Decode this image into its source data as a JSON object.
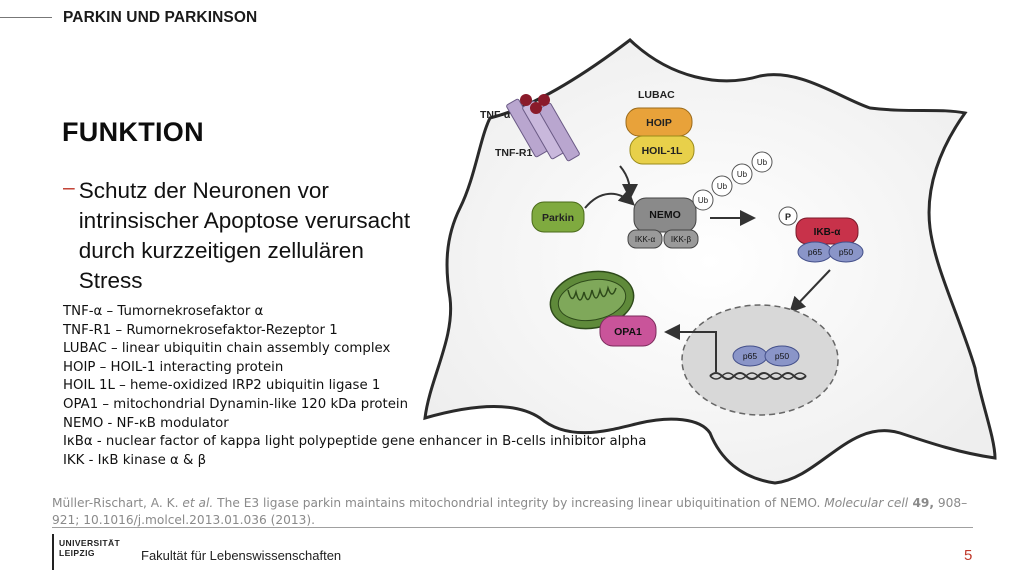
{
  "header": {
    "title": "PARKIN UND PARKINSON"
  },
  "slide": {
    "title": "FUNKTION",
    "bullet": "Schutz der Neuronen vor intrinsischer Apoptose verursacht durch kurzzeitigen zellulären Stress",
    "bullet_marker": "–"
  },
  "glossary": [
    "TNF-α – Tumornekrosefaktor α",
    "TNF-R1 – Rumornekrosefaktor-Rezeptor 1",
    "LUBAC – linear ubiquitin chain assembly complex",
    "HOIP – HOIL-1 interacting protein",
    "HOIL 1L – heme-oxidized IRP2 ubiquitin ligase 1",
    "OPA1 – mitochondrial Dynamin-like 120 kDa protein",
    "NEMO - NF-κB modulator",
    "IκBα - nuclear factor of kappa light polypeptide gene enhancer in B-cells inhibitor alpha",
    "IKK - IκB kinase α & β"
  ],
  "figure": {
    "tnf_alpha": "TNF-α",
    "tnf_r1": "TNF-R1",
    "lubac": "LUBAC",
    "hoip": "HOIP",
    "hoil": "HOIL-1L",
    "parkin": "Parkin",
    "nemo": "NEMO",
    "ikk_a": "IKK-α",
    "ikk_b": "IKK-β",
    "ub": "Ub",
    "p": "P",
    "ikb": "IKB-α",
    "p65": "p65",
    "p50": "p50",
    "opa1": "OPA1",
    "colors": {
      "hoip": "#e8a23a",
      "hoil": "#e8d04a",
      "parkin": "#7faa3f",
      "nemo": "#8a8a8a",
      "ikb": "#c8324a",
      "p_subunit": "#8a95c8",
      "opa1": "#c9549a",
      "mito": "#5f8a3a",
      "receptor": "#b9a6cf",
      "ligand": "#8a1a2a"
    }
  },
  "citation": {
    "authors": "Müller-Rischart, A. K. ",
    "etal": "et al.",
    "title": " The E3 ligase parkin maintains mitochondrial integrity by increasing linear ubiquitination of NEMO. ",
    "journal": "Molecular cell",
    "volume": " 49,",
    "pages": " 908–921; 10.1016/j.molcel.2013.01.036 (2013)."
  },
  "footer": {
    "logo_line1": "UNIVERSITÄT",
    "logo_line2": "LEIPZIG",
    "faculty": "Fakultät für Lebenswissenschaften",
    "page_number": "5"
  }
}
